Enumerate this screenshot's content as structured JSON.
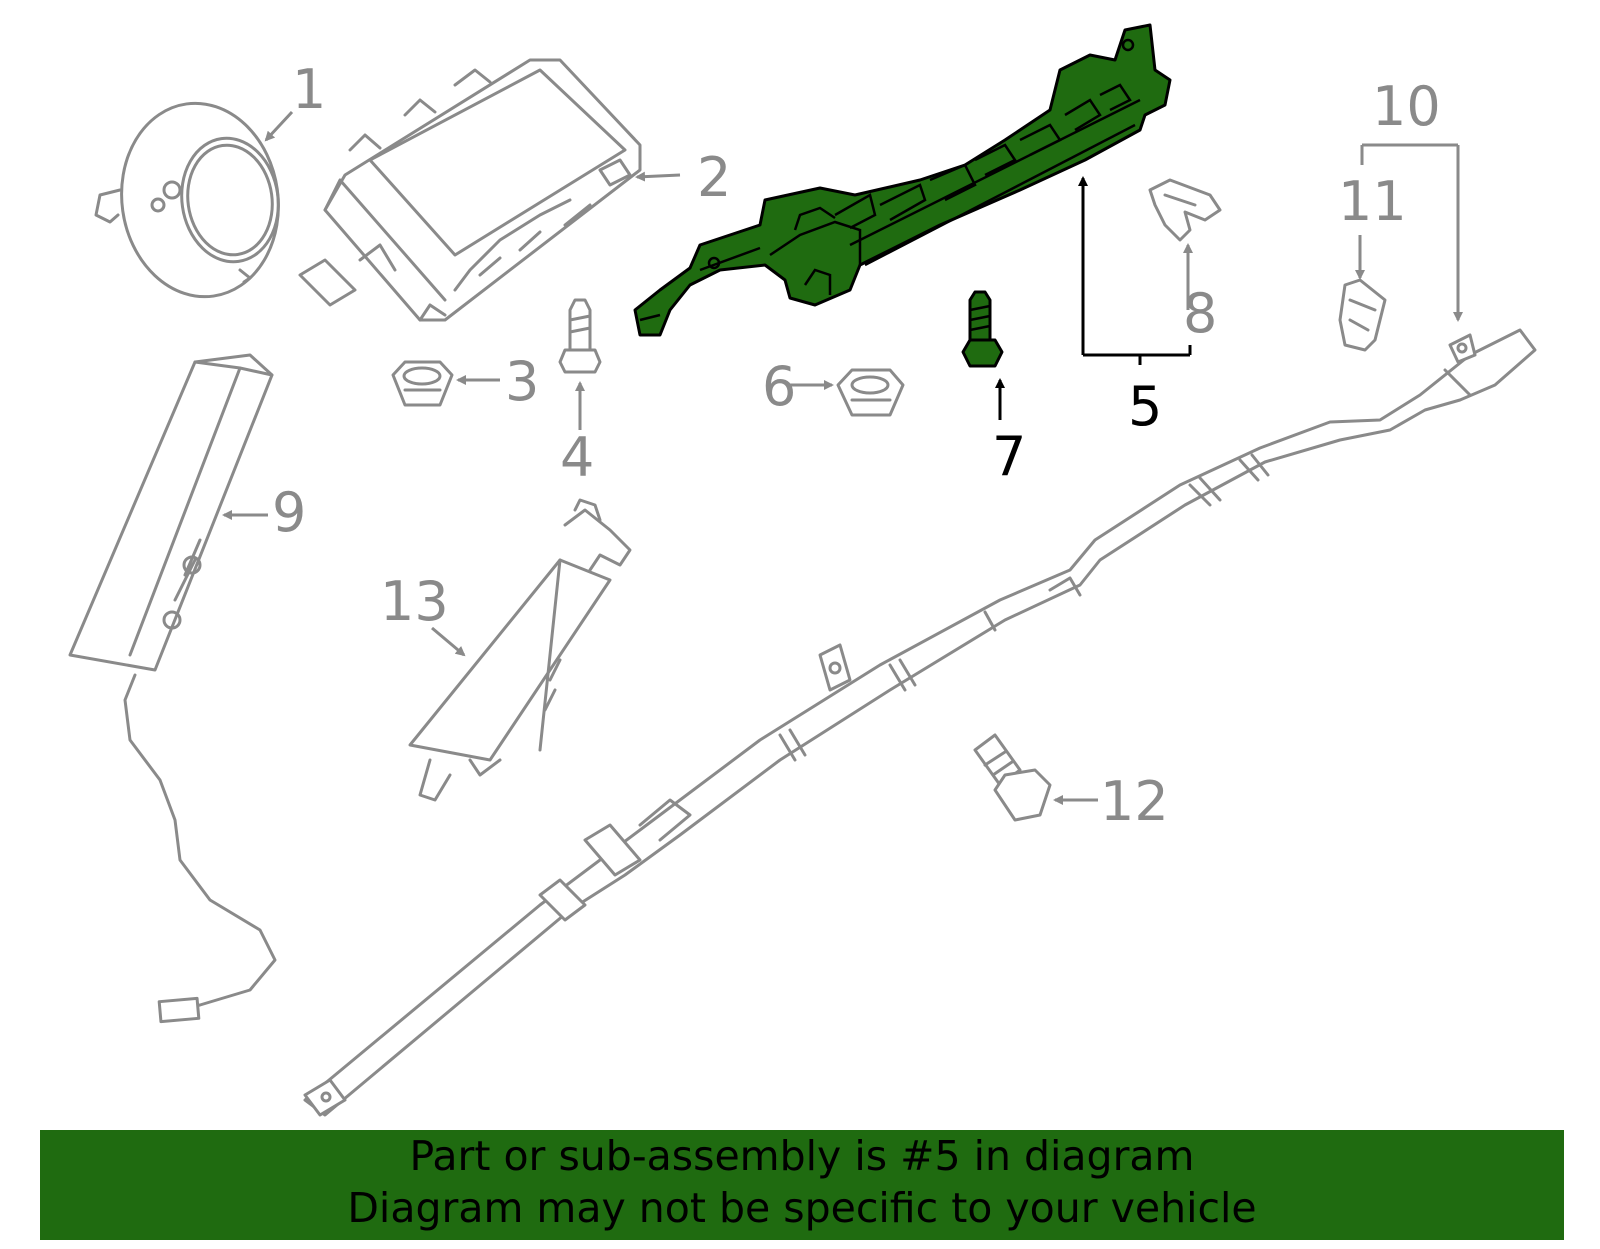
{
  "colors": {
    "highlight": "#1f6b10",
    "part_lines": "#8a8a8a",
    "selected_lines": "#000000",
    "banner_background": "#1f6b10"
  },
  "callouts": {
    "c1": "1",
    "c2": "2",
    "c3": "3",
    "c4": "4",
    "c5": "5",
    "c6": "6",
    "c7": "7",
    "c8": "8",
    "c9": "9",
    "c10": "10",
    "c11": "11",
    "c12": "12",
    "c13": "13"
  },
  "highlighted_parts": [
    "5",
    "7"
  ],
  "banner": {
    "line1": "Part or sub-assembly is #5 in diagram",
    "line2": "Diagram may not be specific to your vehicle"
  }
}
